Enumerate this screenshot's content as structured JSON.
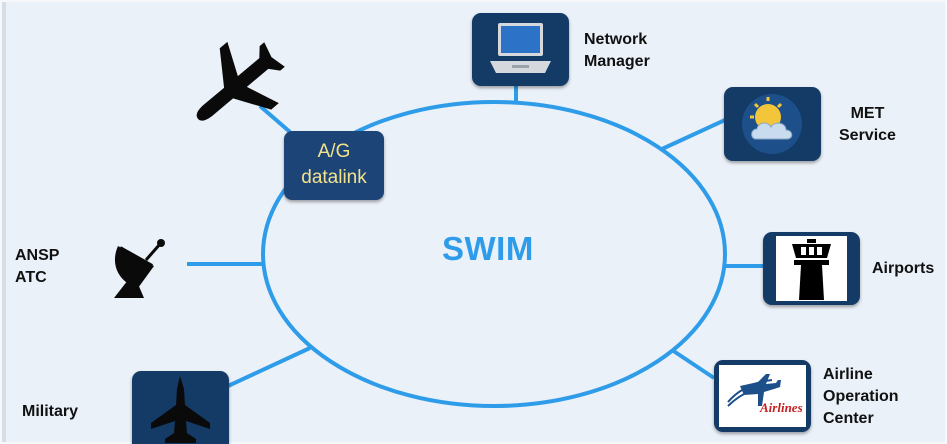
{
  "diagram": {
    "center_label": "SWIM",
    "datalink_box": {
      "line1": "A/G",
      "line2": "datalink"
    },
    "nodes": {
      "network_manager": [
        "Network",
        "Manager"
      ],
      "met_service": [
        "MET",
        "Service"
      ],
      "airports": [
        "Airports"
      ],
      "airline_operation_center": [
        "Airline",
        "Operation",
        "Center"
      ],
      "military": [
        "Military"
      ],
      "ansp_atc": [
        "ANSP",
        "ATC"
      ],
      "airlines_logo_text": "Airlines"
    },
    "icons": {
      "aircraft": "airplane-icon",
      "network_manager": "laptop-icon",
      "met_service": "weather-sun-cloud-icon",
      "airports": "control-tower-icon",
      "airline_operation_center": "airlines-logo-icon",
      "military": "fighter-jet-icon",
      "ansp_atc": "radar-dish-icon"
    },
    "colors": {
      "ring": "#2f9ce9",
      "center_label": "#2f9ce9",
      "box_fill": "#143a66",
      "datalink_text": "#f3e28c",
      "background": "#ebf1f8"
    }
  }
}
